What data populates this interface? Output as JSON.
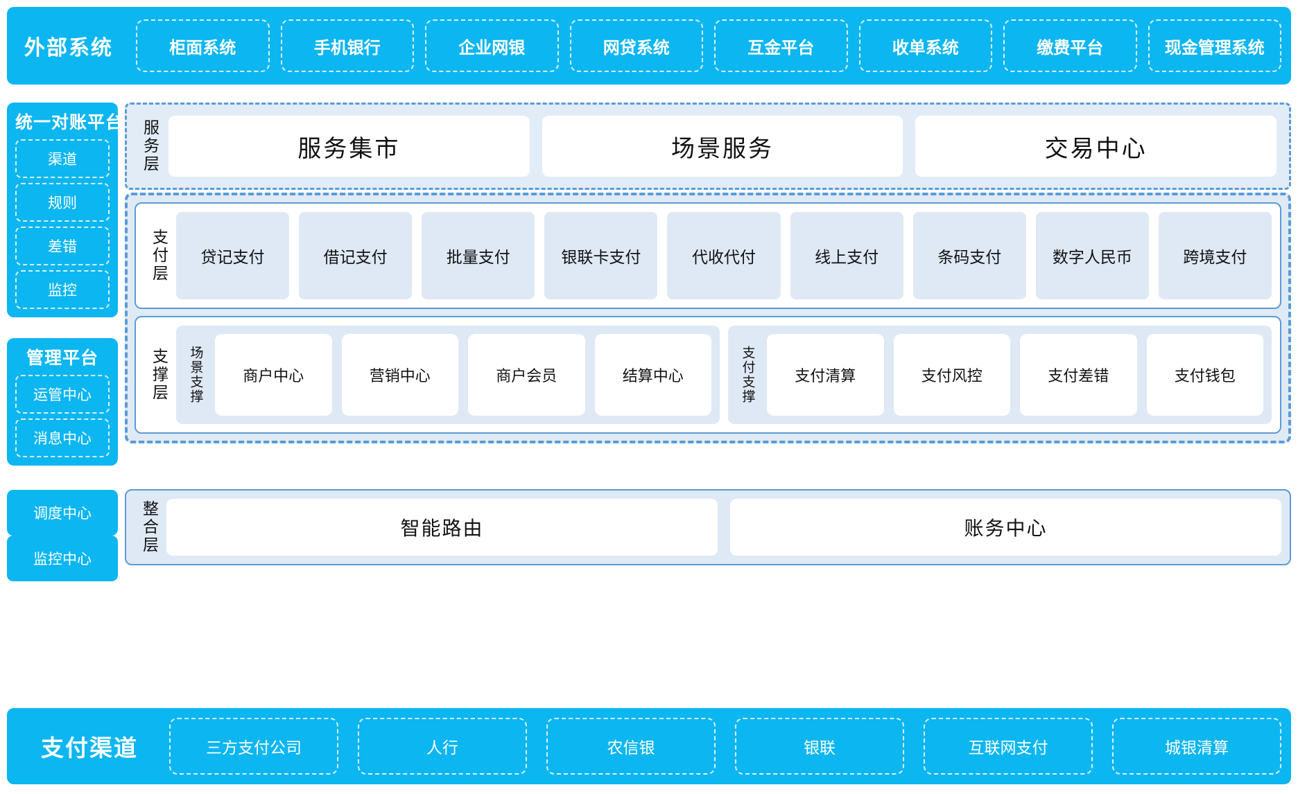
{
  "colors": {
    "accent_cyan": "#0cb6f0",
    "panel_blue": "#dfe9f5",
    "border_blue": "#5b9bd5",
    "card_white": "#ffffff",
    "text_dark": "#111111"
  },
  "top_band": {
    "title": "外部系统",
    "items": [
      {
        "label": "柜面系统"
      },
      {
        "label": "手机银行"
      },
      {
        "label": "企业网银"
      },
      {
        "label": "网贷系统"
      },
      {
        "label": "互金平台"
      },
      {
        "label": "收单系统"
      },
      {
        "label": "缴费平台"
      },
      {
        "label": "现金管理系统"
      }
    ]
  },
  "rail": {
    "recon": {
      "title": "统一对账平台",
      "items": [
        {
          "label": "渠道"
        },
        {
          "label": "规则"
        },
        {
          "label": "差错"
        },
        {
          "label": "监控"
        }
      ]
    },
    "management": {
      "title": "管理平台",
      "items": [
        {
          "label": "运管中心"
        },
        {
          "label": "消息中心"
        }
      ]
    },
    "standalone": [
      {
        "label": "调度中心"
      },
      {
        "label": "监控中心"
      }
    ]
  },
  "service_layer": {
    "label": "服务层",
    "cards": [
      {
        "label": "服务集市"
      },
      {
        "label": "场景服务"
      },
      {
        "label": "交易中心"
      }
    ]
  },
  "payment_layer": {
    "label": "支付层",
    "tiles": [
      {
        "label": "贷记支付"
      },
      {
        "label": "借记支付"
      },
      {
        "label": "批量支付"
      },
      {
        "label": "银联卡支付"
      },
      {
        "label": "代收代付"
      },
      {
        "label": "线上支付"
      },
      {
        "label": "条码支付"
      },
      {
        "label": "数字人民币"
      },
      {
        "label": "跨境支付"
      }
    ]
  },
  "support_layer": {
    "label": "支撑层",
    "groups": [
      {
        "label": "场景支撑",
        "cards": [
          {
            "label": "商户中心"
          },
          {
            "label": "营销中心"
          },
          {
            "label": "商户会员"
          },
          {
            "label": "结算中心"
          }
        ]
      },
      {
        "label": "支付支撑",
        "cards": [
          {
            "label": "支付清算"
          },
          {
            "label": "支付风控"
          },
          {
            "label": "支付差错"
          },
          {
            "label": "支付钱包"
          }
        ]
      }
    ]
  },
  "integration_layer": {
    "label": "整合层",
    "cards": [
      {
        "label": "智能路由"
      },
      {
        "label": "账务中心"
      }
    ]
  },
  "bottom_band": {
    "title": "支付渠道",
    "items": [
      {
        "label": "三方支付公司"
      },
      {
        "label": "人行"
      },
      {
        "label": "农信银"
      },
      {
        "label": "银联"
      },
      {
        "label": "互联网支付"
      },
      {
        "label": "城银清算"
      }
    ]
  }
}
